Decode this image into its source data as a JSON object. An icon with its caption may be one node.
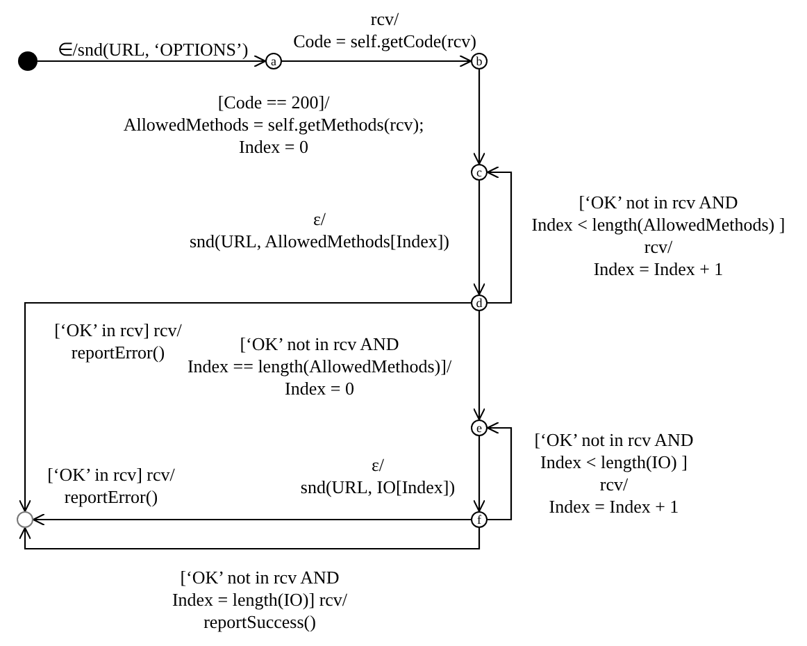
{
  "diagram": {
    "nodes": [
      {
        "text": [],
        "shape": "dot"
      },
      {
        "text": [
          "a"
        ]
      },
      {
        "text": [
          "b"
        ]
      },
      {
        "text": [
          "c"
        ]
      },
      {
        "text": [
          "d"
        ]
      },
      {
        "text": [
          "e"
        ]
      },
      {
        "text": [
          "f"
        ]
      },
      {
        "text": [],
        "shape": "circle"
      }
    ],
    "edges": [
      {
        "from": 0,
        "to": 1,
        "arrow": "to",
        "label": "∈/snd(URL, ‘OPTIONS’)"
      },
      {
        "from": 1,
        "to": 2,
        "arrow": "to",
        "label": "rcv/ Code = self.getCode(rcv)"
      },
      {
        "from": 2,
        "to": 3,
        "arrow": "to",
        "label": "[Code == 200]/ AllowedMethods = self.getMethods(rcv); Index = 0"
      },
      {
        "from": 3,
        "to": 4,
        "arrow": "to",
        "label": "ε/ snd(URL, AllowedMethods[Index])"
      },
      {
        "from": 4,
        "to": 3,
        "arrow": "to",
        "label": "[‘OK’ not in rcv AND Index < length(AllowedMethods) ] rcv/ Index = Index + 1"
      },
      {
        "from": 4,
        "to": 7,
        "arrow": "to",
        "label": "[‘OK’ in rcv] rcv/ reportError()"
      },
      {
        "from": 4,
        "to": 5,
        "arrow": "to",
        "label": "[‘OK’ not in rcv AND Index == length(AllowedMethods)]/ Index = 0"
      },
      {
        "from": 5,
        "to": 6,
        "arrow": "to",
        "label": "ε/ snd(URL, IO[Index])"
      },
      {
        "from": 6,
        "to": 5,
        "arrow": "to",
        "label": "[‘OK’ not in rcv AND Index < length(IO) ] rcv/ Index = Index + 1"
      },
      {
        "from": 6,
        "to": 7,
        "arrow": "to",
        "label": "[‘OK’ in rcv] rcv/ reportError()"
      },
      {
        "from": 6,
        "to": 7,
        "arrow": "to",
        "label": "[‘OK’ not in rcv AND Index = length(IO)] rcv/ reportSuccess()"
      }
    ]
  }
}
